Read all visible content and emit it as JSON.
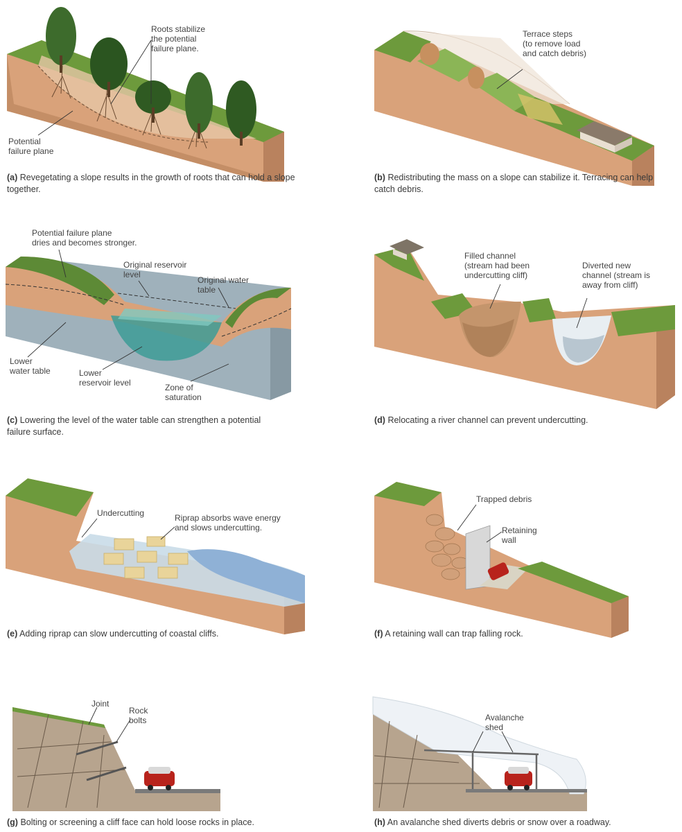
{
  "panels": {
    "a": {
      "caption_letter": "(a)",
      "caption_text": "Revegetating a slope results in the growth of roots that can hold a slope together.",
      "labels": {
        "roots": "Roots stabilize\nthe potential\nfailure plane.",
        "failure_plane": "Potential\nfailure plane"
      }
    },
    "b": {
      "caption_letter": "(b)",
      "caption_text": "Redistributing the mass on a slope can stabilize it. Terracing can help catch debris.",
      "labels": {
        "terrace": "Terrace steps\n(to remove load\nand catch debris)"
      }
    },
    "c": {
      "caption_letter": "(c)",
      "caption_text": "Lowering the level of the water table can strengthen a potential failure surface.",
      "labels": {
        "failure_plane": "Potential failure plane\ndries and becomes stronger.",
        "orig_reservoir": "Original reservoir\nlevel",
        "orig_water_table": "Original water\ntable",
        "lower_water_table": "Lower\nwater table",
        "lower_reservoir": "Lower\nreservoir level",
        "saturation": "Zone of\nsaturation"
      }
    },
    "d": {
      "caption_letter": "(d)",
      "caption_text": "Relocating a river channel can prevent undercutting.",
      "labels": {
        "filled": "Filled channel\n(stream had been\nundercutting cliff)",
        "diverted": "Diverted new\nchannel (stream is\naway from cliff)"
      }
    },
    "e": {
      "caption_letter": "(e)",
      "caption_text": "Adding riprap can slow undercutting of coastal cliffs.",
      "labels": {
        "undercutting": "Undercutting",
        "riprap": "Riprap absorbs wave energy\nand slows undercutting."
      }
    },
    "f": {
      "caption_letter": "(f)",
      "caption_text": "A retaining wall can trap falling rock.",
      "labels": {
        "debris": "Trapped debris",
        "wall": "Retaining\nwall"
      }
    },
    "g": {
      "caption_letter": "(g)",
      "caption_text": "Bolting or screening a cliff face can hold loose rocks in place.",
      "labels": {
        "joint": "Joint",
        "bolts": "Rock\nbolts"
      }
    },
    "h": {
      "caption_letter": "(h)",
      "caption_text": "An avalanche shed diverts debris or snow over a roadway.",
      "labels": {
        "shed": "Avalanche\nshed"
      }
    }
  },
  "colors": {
    "soil": "#d9a27a",
    "soil_dark": "#b9825e",
    "grass": "#6d9a3c",
    "grass_light": "#8bb556",
    "tree": "#2f5a22",
    "water": "#7fb8c9",
    "groundwater": "#9fb1bb",
    "rock": "#b7a48e",
    "car": "#b8231c",
    "leader": "#333333"
  }
}
